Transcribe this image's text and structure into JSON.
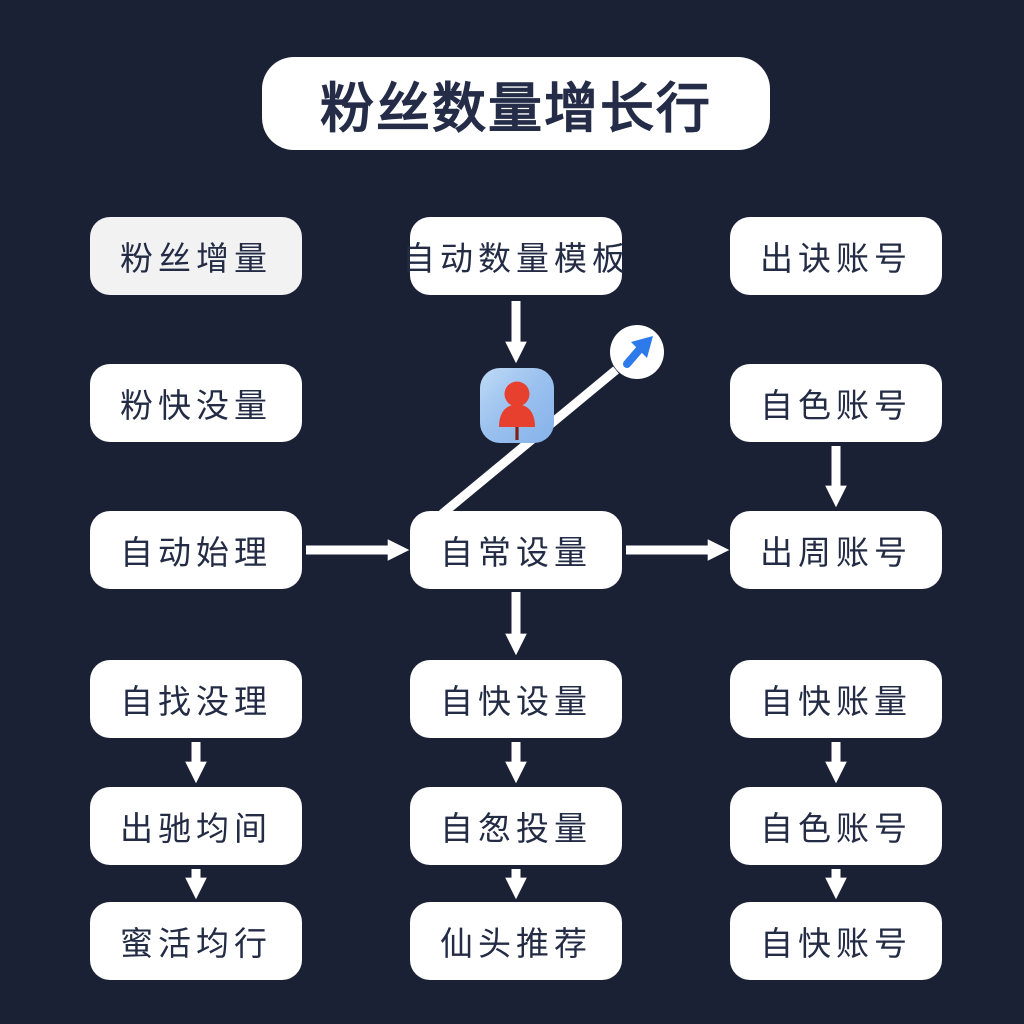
{
  "title": "粉丝数量增长行",
  "colors": {
    "background": "#1b2134",
    "node_background": "#ffffff",
    "node_text": "#232b45",
    "arrow": "#ffffff",
    "icon_background_top": "#bfdaf5",
    "icon_background_bottom": "#86b2ea",
    "icon_figure": "#e8402f",
    "cursor_circle": "#ffffff",
    "cursor_arrow": "#2d7bea"
  },
  "icons": {
    "person_pin": "person-pin-icon",
    "cursor": "cursor-arrow-icon"
  },
  "columns": {
    "left": [
      "粉丝增量",
      "粉快没量",
      "自动始理",
      "自找没理",
      "出驰均间",
      "蜜活均行"
    ],
    "middle": [
      "自动数量模板",
      "自常设量",
      "自快设量",
      "自怱投量",
      "仙头推荐"
    ],
    "right": [
      "出诀账号",
      "自色账号",
      "出周账号",
      "自快账量",
      "自色账号",
      "自快账号"
    ]
  },
  "edges": [
    {
      "from": "自动数量模板",
      "to": "person-pin-icon",
      "type": "arrow-down"
    },
    {
      "from": "自常设量",
      "to": "cursor-arrow-icon",
      "type": "diagonal-line"
    },
    {
      "from": "自动始理",
      "to": "自常设量",
      "type": "arrow-right"
    },
    {
      "from": "自常设量",
      "to": "出周账号",
      "type": "arrow-right"
    },
    {
      "from": "自色账号",
      "to": "出周账号",
      "type": "arrow-down"
    },
    {
      "from": "自常设量",
      "to": "自快设量",
      "type": "arrow-down"
    },
    {
      "from": "自快设量",
      "to": "自怱投量",
      "type": "arrow-down"
    },
    {
      "from": "自怱投量",
      "to": "仙头推荐",
      "type": "arrow-down"
    },
    {
      "from": "自找没理",
      "to": "出驰均间",
      "type": "arrow-down"
    },
    {
      "from": "出驰均间",
      "to": "蜜活均行",
      "type": "arrow-down"
    },
    {
      "from": "自快账量",
      "to": "自色账号",
      "type": "arrow-down"
    },
    {
      "from": "自色账号",
      "to": "自快账号",
      "type": "arrow-down"
    }
  ]
}
